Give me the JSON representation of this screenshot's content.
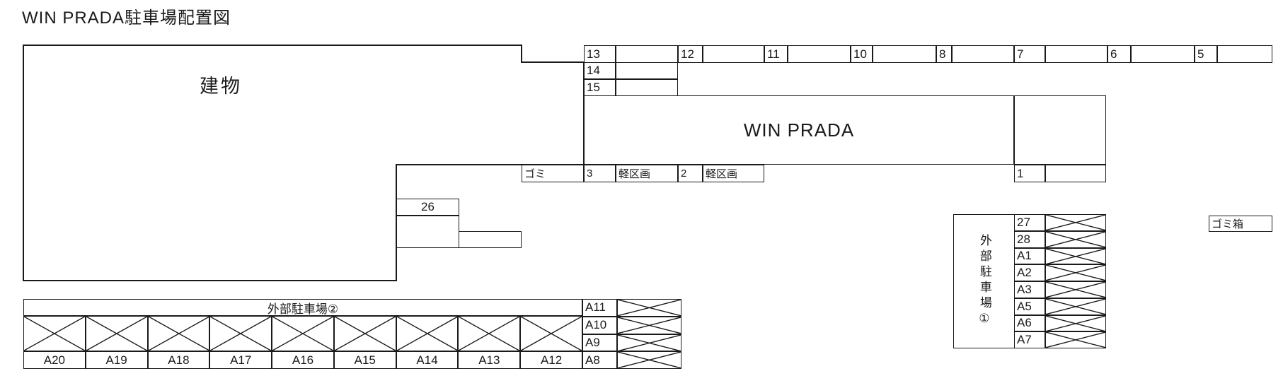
{
  "page": {
    "title": "WIN PRADA駐車場配置図"
  },
  "colors": {
    "line": "#1a1a1a",
    "background": "#ffffff",
    "text": "#1a1a1a"
  },
  "building": {
    "label": "建物"
  },
  "win_prada": {
    "label": "WIN PRADA",
    "top_row_spots": [
      "13",
      "12",
      "11",
      "10",
      "8",
      "7",
      "6",
      "5"
    ],
    "left_column_spots": [
      "14",
      "15"
    ],
    "spot_1": "1",
    "ground_row": [
      "ゴミ",
      "3",
      "軽区画",
      "2",
      "軽区画"
    ],
    "spot_26": "26"
  },
  "outdoor_lot_2": {
    "title": "外部駐車場②",
    "row_spots": [
      "A20",
      "A19",
      "A18",
      "A17",
      "A16",
      "A15",
      "A14",
      "A13",
      "A12"
    ],
    "side_spots": [
      "A11",
      "A10",
      "A9",
      "A8"
    ]
  },
  "outdoor_lot_1": {
    "title": "外部駐車場①",
    "column_spots": [
      "27",
      "28",
      "A1",
      "A2",
      "A3",
      "A5",
      "A6",
      "A7"
    ]
  },
  "trash_box": {
    "label": "ゴミ箱"
  }
}
